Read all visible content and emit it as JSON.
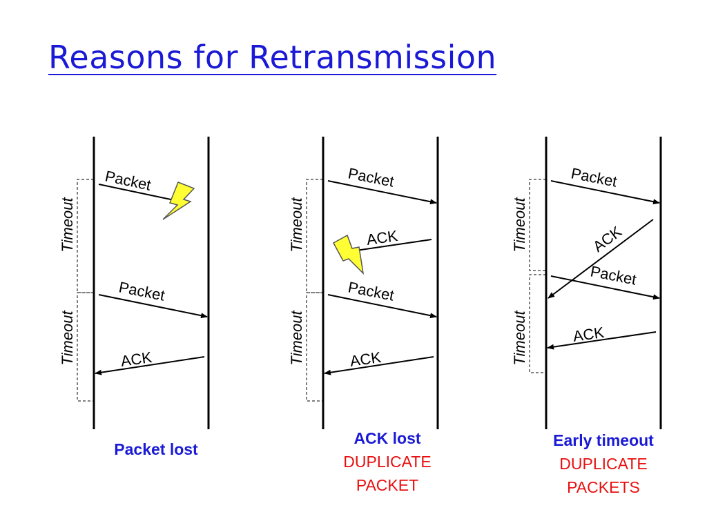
{
  "title": "Reasons for Retransmission",
  "colors": {
    "title": "#1a1ad6",
    "caption_main": "#1a1ad6",
    "caption_sub": "#e81010",
    "lines": "#000000",
    "bolt_fill": "#ffff33"
  },
  "scenarios": [
    {
      "caption": "Packet lost",
      "caption_lines": [],
      "messages": [
        "Packet",
        "Packet",
        "ACK"
      ],
      "timeouts": [
        "Timeout",
        "Timeout"
      ]
    },
    {
      "caption": "ACK lost",
      "caption_lines": [
        "DUPLICATE",
        "PACKET"
      ],
      "messages": [
        "Packet",
        "ACK",
        "Packet",
        "ACK"
      ],
      "timeouts": [
        "Timeout",
        "Timeout"
      ]
    },
    {
      "caption": "Early timeout",
      "caption_lines": [
        "DUPLICATE",
        "PACKETS"
      ],
      "messages": [
        "Packet",
        "ACK",
        "Packet",
        "ACK"
      ],
      "timeouts": [
        "Timeout",
        "Timeout"
      ]
    }
  ]
}
